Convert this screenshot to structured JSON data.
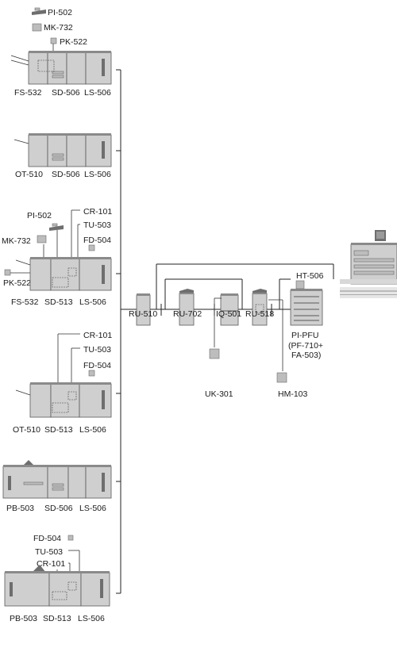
{
  "groups": [
    {
      "labels": [
        "FS-532",
        "SD-506",
        "LS-506"
      ],
      "options": [
        "PI-502",
        "MK-732",
        "PK-522"
      ]
    },
    {
      "labels": [
        "OT-510",
        "SD-506",
        "LS-506"
      ],
      "options": []
    },
    {
      "labels": [
        "FS-532",
        "SD-513",
        "LS-506"
      ],
      "options": [
        "PI-502",
        "CR-101",
        "TU-503",
        "FD-504",
        "MK-732",
        "PK-522"
      ]
    },
    {
      "labels": [
        "OT-510",
        "SD-513",
        "LS-506"
      ],
      "options": [
        "CR-101",
        "TU-503",
        "FD-504"
      ]
    },
    {
      "labels": [
        "PB-503",
        "SD-506",
        "LS-506"
      ],
      "options": []
    },
    {
      "labels": [
        "PB-503",
        "SD-513",
        "LS-506"
      ],
      "options": [
        "FD-504",
        "TU-503",
        "CR-101"
      ]
    }
  ],
  "chain": {
    "units": [
      "RU-510",
      "RU-702",
      "IQ-501",
      "RU-518"
    ],
    "pi_pfu": [
      "PI-PFU",
      "(PF-710+",
      "FA-503)"
    ],
    "ht": "HT-506",
    "uk": "UK-301",
    "hm": "HM-103"
  }
}
